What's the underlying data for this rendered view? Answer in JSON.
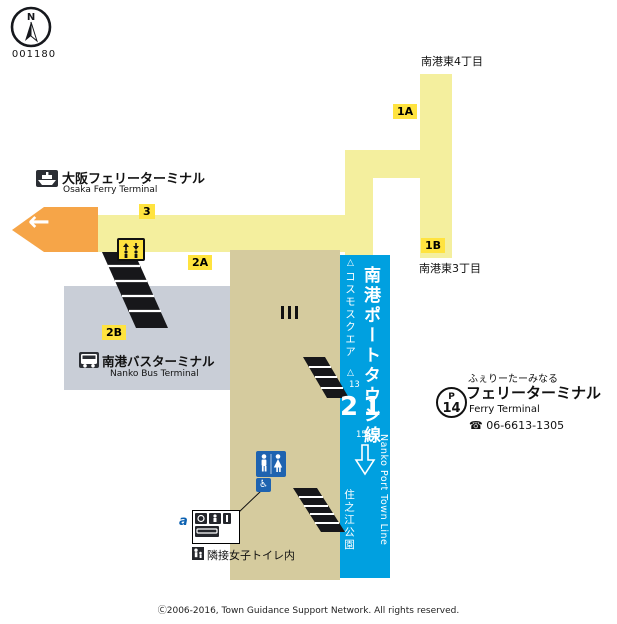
{
  "map_code": "001180",
  "compass_label": "N",
  "streets": {
    "northeast4": "南港東4丁目",
    "northeast3": "南港東3丁目"
  },
  "exits": {
    "a1": "1A",
    "b1": "1B",
    "three": "3",
    "a2": "2A",
    "b2": "2B"
  },
  "ferry_terminal": {
    "jp": "大阪フェリーターミナル",
    "en": "Osaka Ferry Terminal"
  },
  "bus_terminal": {
    "jp": "南港バスターミナル",
    "en": "Nanko Bus Terminal"
  },
  "platform": {
    "line_jp": "南港ポートタウン線",
    "line_en": "Nanko Port Town Line",
    "toward_up": "コスモスクエア",
    "toward_down": "住之江公園",
    "track_left": "2",
    "track_right": "1",
    "car_marker_top": "13",
    "car_marker_bottom": "15"
  },
  "station": {
    "name_kana": "ふぇりーたーみなる",
    "name_jp": "フェリーターミナル",
    "name_en": "Ferry Terminal",
    "phone": "☎ 06-6613-1305",
    "number_letter": "P",
    "number_value": "14"
  },
  "legend": {
    "marker": "a",
    "note": "隣接女子トイレ内"
  },
  "icons": {
    "up_triangle": "△",
    "left_arrow": "←",
    "wheelchair": "♿"
  },
  "footer": "Ⓒ2006-2016, Town Guidance Support Network. All rights reserved.",
  "colors": {
    "line_blue": "#00a0e0",
    "path_yellow": "#f4ef9e",
    "badge_yellow": "#ffe33f",
    "paid_area_tan": "#d5cb9e",
    "bus_gray": "#c9ced7",
    "arrow_orange": "#f6a548",
    "toilet_blue": "#1e63b0"
  }
}
